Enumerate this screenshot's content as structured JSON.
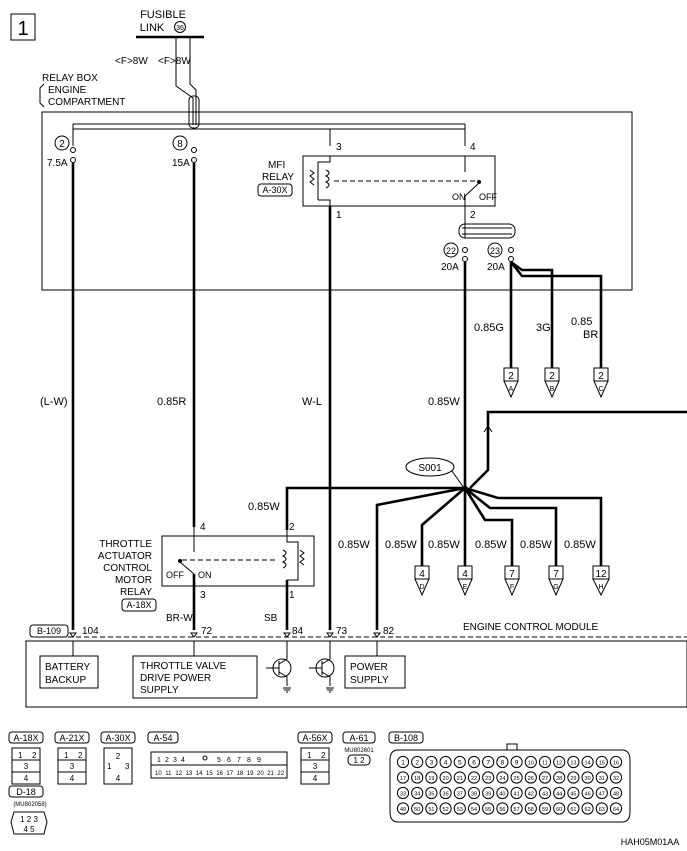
{
  "page_number": "1",
  "fusible_link": {
    "title": "FUSIBLE",
    "subtitle": "LINK",
    "number": "36"
  },
  "left_wire_labels": [
    "<F>8W",
    "<F>8W"
  ],
  "relay_box": {
    "line1": "RELAY BOX",
    "line2": "ENGINE",
    "line3": "COMPARTMENT"
  },
  "fuses": [
    {
      "number": "2",
      "rating": "7.5A"
    },
    {
      "number": "8",
      "rating": "15A"
    },
    {
      "number": "22",
      "rating": "20A"
    },
    {
      "number": "23",
      "rating": "20A"
    }
  ],
  "mfi_relay": {
    "line1": "MFI",
    "line2": "RELAY",
    "connector": "A-30X",
    "pin_top_left": "3",
    "pin_top_right": "4",
    "pin_bottom_left": "1",
    "pin_bottom_right": "2",
    "on": "ON",
    "off": "OFF"
  },
  "wire_colors": {
    "lw": "(L-W)",
    "r085": "0.85R",
    "wl": "W-L",
    "w085_main": "0.85W",
    "g085": "0.85G",
    "g3": "3G",
    "br085_a": "0.85",
    "br085_b": "BR",
    "w085_sb": "0.85W",
    "w085_82": "0.85W",
    "w085_d": "0.85W",
    "w085_e": "0.85W",
    "w085_f": "0.85W",
    "w085_g": "0.85W",
    "w085_h": "0.85W",
    "brw": "BR-W",
    "sb": "SB"
  },
  "page_refs": [
    {
      "page": "2",
      "letter": "A"
    },
    {
      "page": "2",
      "letter": "B"
    },
    {
      "page": "2",
      "letter": "C"
    },
    {
      "page": "4",
      "letter": "D"
    },
    {
      "page": "4",
      "letter": "E"
    },
    {
      "page": "7",
      "letter": "F"
    },
    {
      "page": "7",
      "letter": "G"
    },
    {
      "page": "12",
      "letter": "H"
    }
  ],
  "splice": "S001",
  "throttle_relay": {
    "line1": "THROTTLE",
    "line2": "ACTUATOR",
    "line3": "CONTROL",
    "line4": "MOTOR",
    "line5": "RELAY",
    "connector": "A-18X",
    "pin_top_left": "4",
    "pin_top_right": "2",
    "pin_bottom_left": "3",
    "pin_bottom_right": "1",
    "off": "OFF",
    "on": "ON"
  },
  "ecm": {
    "connector": "B-109",
    "title": "ENGINE CONTROL MODULE",
    "pins": [
      "104",
      "72",
      "84",
      "73",
      "82"
    ],
    "battery_backup": [
      "BATTERY",
      "BACKUP"
    ],
    "throttle_supply": [
      "THROTTLE VALVE",
      "DRIVE POWER",
      "SUPPLY"
    ],
    "power_supply": [
      "POWER",
      "SUPPLY"
    ]
  },
  "connector_views": {
    "a18x": {
      "label": "A-18X",
      "pins": [
        "1",
        "2",
        "3",
        "4"
      ]
    },
    "a21x": {
      "label": "A-21X",
      "pins": [
        "1",
        "2",
        "3",
        "4"
      ]
    },
    "a30x": {
      "label": "A-30X",
      "pins": [
        "1",
        "2",
        "3",
        "4"
      ]
    },
    "a54": {
      "label": "A-54",
      "row1": [
        "1",
        "2",
        "3",
        "4",
        "5",
        "6",
        "7",
        "8",
        "9"
      ],
      "row2": [
        "10",
        "11",
        "12",
        "13",
        "14",
        "15",
        "16",
        "17",
        "18",
        "19",
        "20",
        "21",
        "22"
      ]
    },
    "a56x": {
      "label": "A-56X",
      "pins": [
        "1",
        "2",
        "3",
        "4"
      ]
    },
    "a61": {
      "label": "A-61",
      "part": "MU802601",
      "pins": "1 2"
    },
    "d18": {
      "label": "D-18",
      "part": "(MU802058)",
      "row1": "1 2 3",
      "row2": "4 5"
    },
    "b108": {
      "label": "B-108",
      "pin_count": 64
    }
  },
  "figure_code": "HAH05M01AA"
}
